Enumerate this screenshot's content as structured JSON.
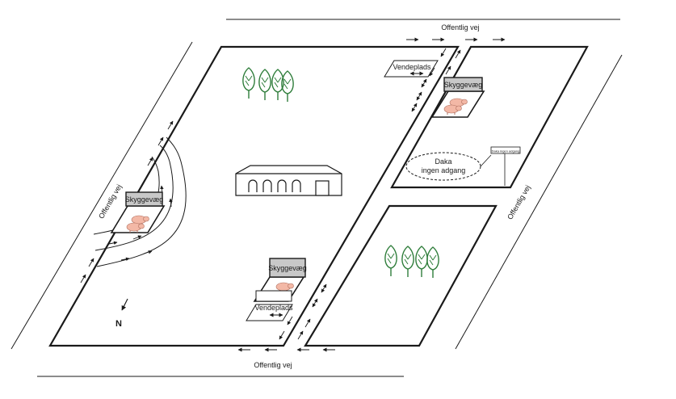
{
  "labels": {
    "road_top": "Offentlig vej",
    "road_bottom": "Offentlig vej",
    "road_left": "Offentlig vej",
    "road_right": "Offentlig vej",
    "shade_wall_1": "Skyggevæg",
    "shade_wall_2": "Skyggevæg",
    "shade_wall_3": "Skyggevæg",
    "turning_area_top": "Vendeplads",
    "turning_area_bottom": "Vendeplads",
    "daka_line1": "Daka",
    "daka_line2": "ingen adgang",
    "sign_text": "Daka ingen adgang",
    "north": "N"
  },
  "colors": {
    "line": "#1a1a1a",
    "shade_wall_fill": "#c8c8c8",
    "pig": "#f3b8a6",
    "tree": "#2e7d3a"
  },
  "icons": [
    "tree-icon",
    "pig-icon",
    "barn-icon",
    "arrow-icon",
    "north-arrow-icon"
  ]
}
